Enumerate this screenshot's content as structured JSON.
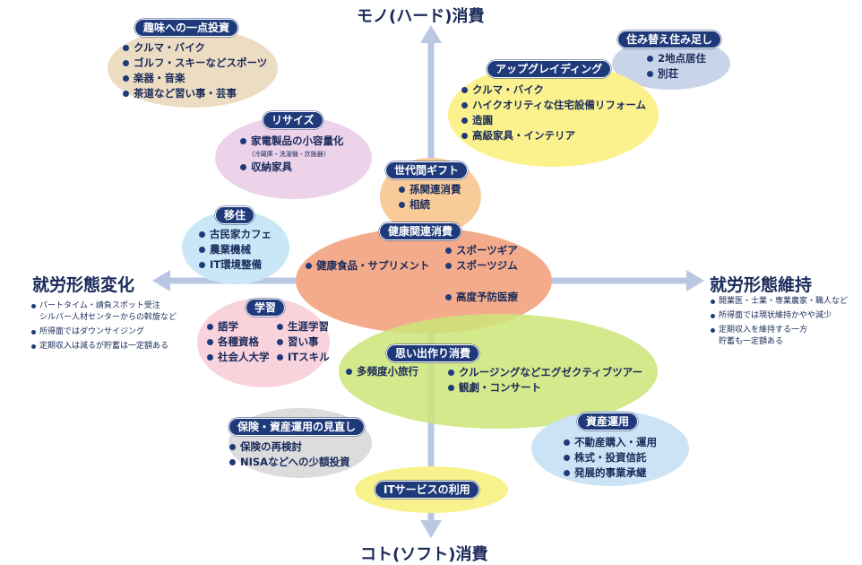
{
  "axes": {
    "top": "モノ(ハード)消費",
    "bottom": "コト(ソフト)消費",
    "left": "就労形態変化",
    "right": "就労形態維持"
  },
  "left_notes": [
    "パートタイム・請負スポット受注",
    "シルバー人材センターからの斡旋など",
    "所得面ではダウンサイジング",
    "定期収入は減るが貯蓄は一定額ある"
  ],
  "right_notes": [
    "開業医・士業・専業農家・職人など",
    "所得面では現状維持かやや減少",
    "定期収入を維持する一方",
    "貯蓄も一定額ある"
  ],
  "groups": {
    "hobby": {
      "title": "趣味への一点投資",
      "items": [
        "クルマ・バイク",
        "ゴルフ・スキーなどスポーツ",
        "楽器・音楽",
        "茶道など習い事・芸事"
      ]
    },
    "downsize": {
      "title": "リサイズ",
      "items": [
        "家電製品の小容量化",
        "収納家具"
      ],
      "note": "(冷蔵庫・洗濯機・炊飯器)"
    },
    "relocation": {
      "title": "住み替え住み足し",
      "items": [
        "2地点居住",
        "別荘"
      ]
    },
    "upgrade": {
      "title": "アップグレイディング",
      "items": [
        "クルマ・バイク",
        "ハイクオリティな住宅設備リフォーム",
        "造園",
        "高級家具・インテリア"
      ]
    },
    "gift": {
      "title": "世代間ギフト",
      "items": [
        "孫関連消費",
        "相続"
      ]
    },
    "migration": {
      "title": "移住",
      "items": [
        "古民家カフェ",
        "農業機械",
        "IT環境整備"
      ]
    },
    "health": {
      "title": "健康関連消費",
      "items_left": [
        "健康食品・サプリメント"
      ],
      "items_right": [
        "スポーツギア",
        "スポーツジム",
        "高度予防医療"
      ]
    },
    "learning": {
      "title": "学習",
      "items_left": [
        "語学",
        "各種資格",
        "社会人大学"
      ],
      "items_right": [
        "生涯学習",
        "習い事",
        "ITスキル"
      ]
    },
    "memories": {
      "title": "思い出作り消費",
      "items_left": [
        "多頻度小旅行"
      ],
      "items_right": [
        "クルージングなどエグゼクティブツアー",
        "観劇・コンサート"
      ]
    },
    "insurance": {
      "title": "保険・資産運用の見直し",
      "items": [
        "保険の再検討",
        "NISAなどへの少額投資"
      ]
    },
    "assets": {
      "title": "資産運用",
      "items": [
        "不動産購入・運用",
        "株式・投資信託",
        "発展的事業承継"
      ]
    },
    "it": {
      "title": "ITサービスの利用"
    }
  },
  "colors": {
    "axis": "#b9c7e3",
    "pill": "#1f3a7a",
    "hobby": "#ecdcc2",
    "downsize": "#ecd3ea",
    "relocation": "#c9d4ea",
    "upgrade": "#fbf28e",
    "gift": "#f8cb98",
    "migration": "#c9e7f6",
    "health": "#f4ab8c",
    "learning": "#f9d3dc",
    "memories": "#d3e78b",
    "insurance": "#dcdcdc",
    "assets": "#cbe3f4",
    "it": "#f8f28c"
  }
}
